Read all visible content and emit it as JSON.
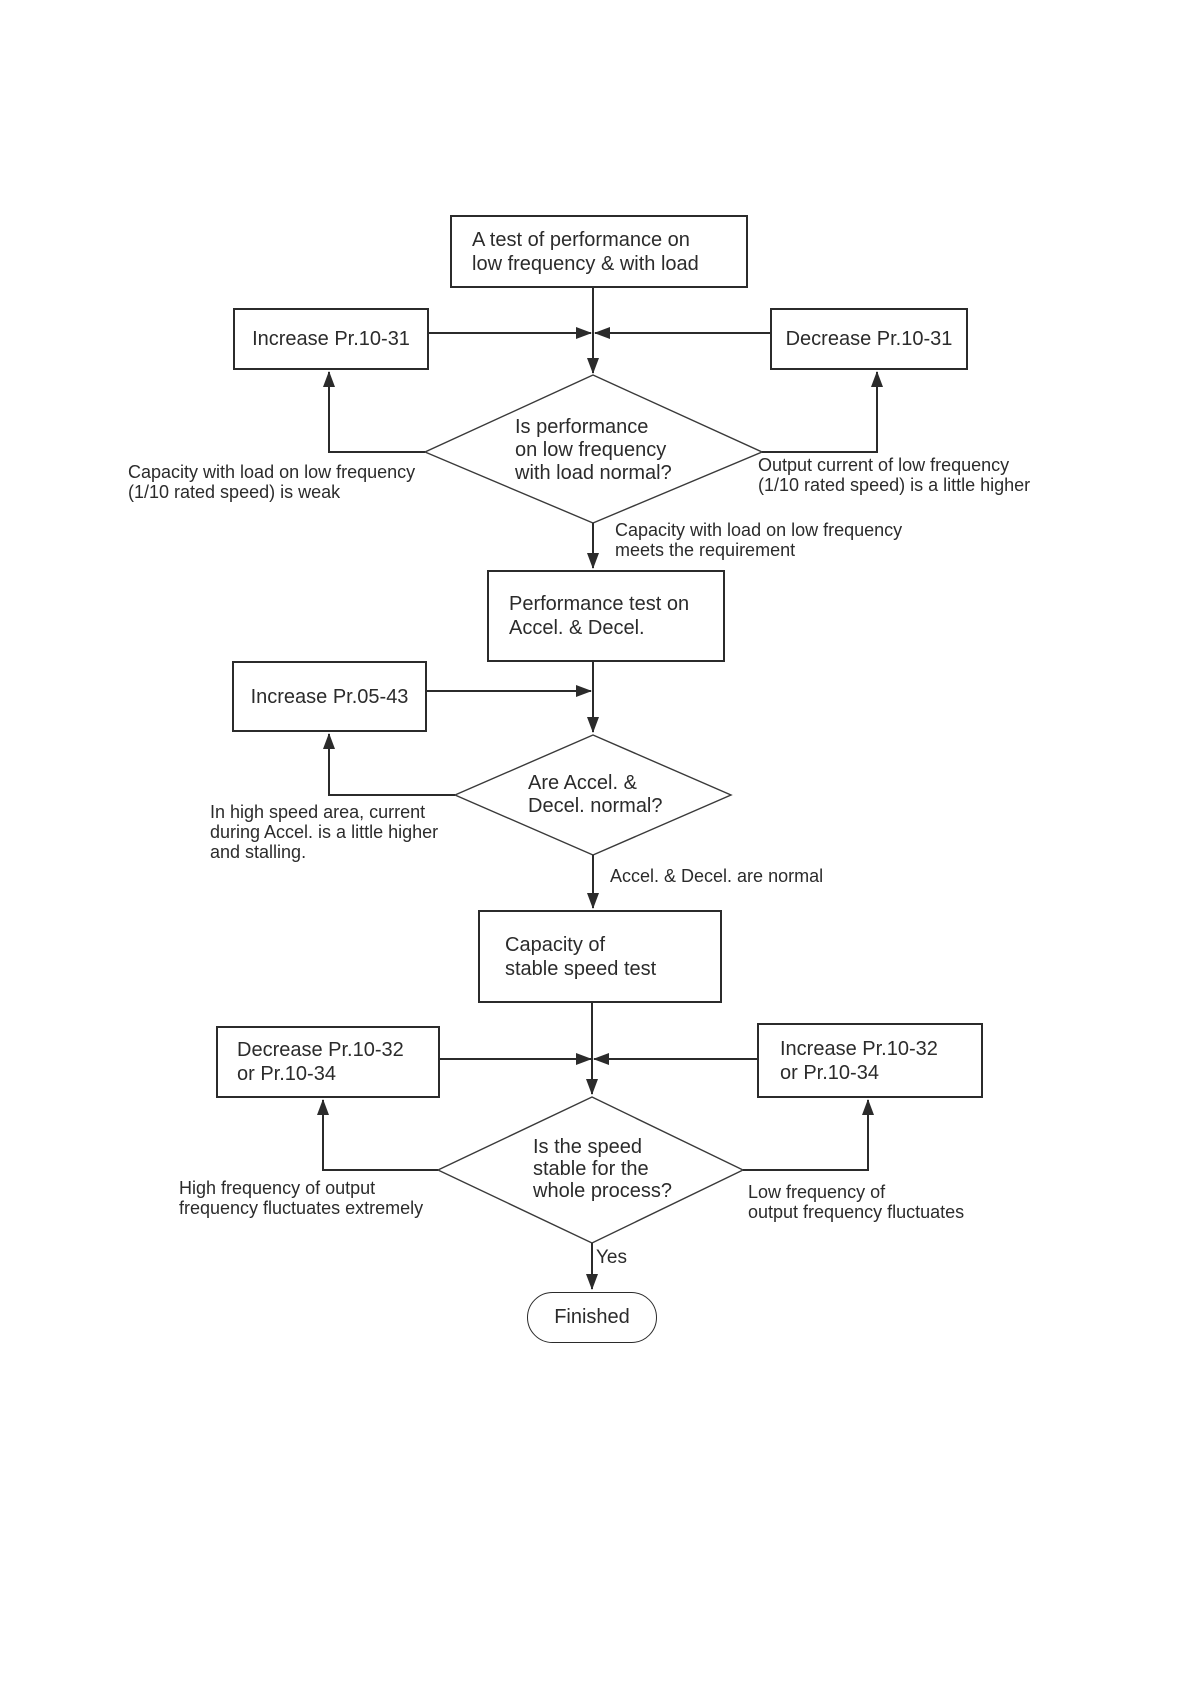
{
  "fc": {
    "boxes": {
      "start": {
        "l1": "A test of performance on",
        "l2": "low frequency & with load"
      },
      "inc1031": {
        "l1": "Increase Pr.10-31"
      },
      "dec1031": {
        "l1": "Decrease Pr.10-31"
      },
      "perftest": {
        "l1": "Performance test on",
        "l2": "Accel. & Decel."
      },
      "inc0543": {
        "l1": "Increase Pr.05-43"
      },
      "capstable": {
        "l1": "Capacity of",
        "l2": "stable speed test"
      },
      "dec1032": {
        "l1": "Decrease Pr.10-32",
        "l2": "or Pr.10-34"
      },
      "inc1032": {
        "l1": "Increase Pr.10-32",
        "l2": "or Pr.10-34"
      }
    },
    "decisions": {
      "d1": {
        "l1": "Is performance",
        "l2": "on low frequency",
        "l3": "with load normal?"
      },
      "d2": {
        "l1": "Are Accel. &",
        "l2": "Decel. normal?"
      },
      "d3": {
        "l1": "Is the speed",
        "l2": "stable for the",
        "l3": "whole process?"
      }
    },
    "labels": {
      "weak": {
        "l1": "Capacity with load on low frequency",
        "l2": "(1/10 rated speed) is weak"
      },
      "higher": {
        "l1": "Output current of low frequency",
        "l2": "(1/10 rated speed) is a little higher"
      },
      "meets": {
        "l1": "Capacity with load on low frequency",
        "l2": "meets the requirement"
      },
      "stalling": {
        "l1": "In high speed area, current",
        "l2": "during Accel. is a little higher",
        "l3": "and stalling."
      },
      "adnormal": {
        "l1": "Accel. & Decel. are normal"
      },
      "highfluct": {
        "l1": "High frequency of output",
        "l2": "frequency fluctuates extremely"
      },
      "lowfluct": {
        "l1": "Low frequency of",
        "l2": "output frequency fluctuates"
      },
      "yes": {
        "l1": "Yes"
      }
    },
    "terminal": {
      "finished": "Finished"
    },
    "colors": {
      "ink": "#2b2b2b",
      "bg": "#ffffff"
    }
  }
}
